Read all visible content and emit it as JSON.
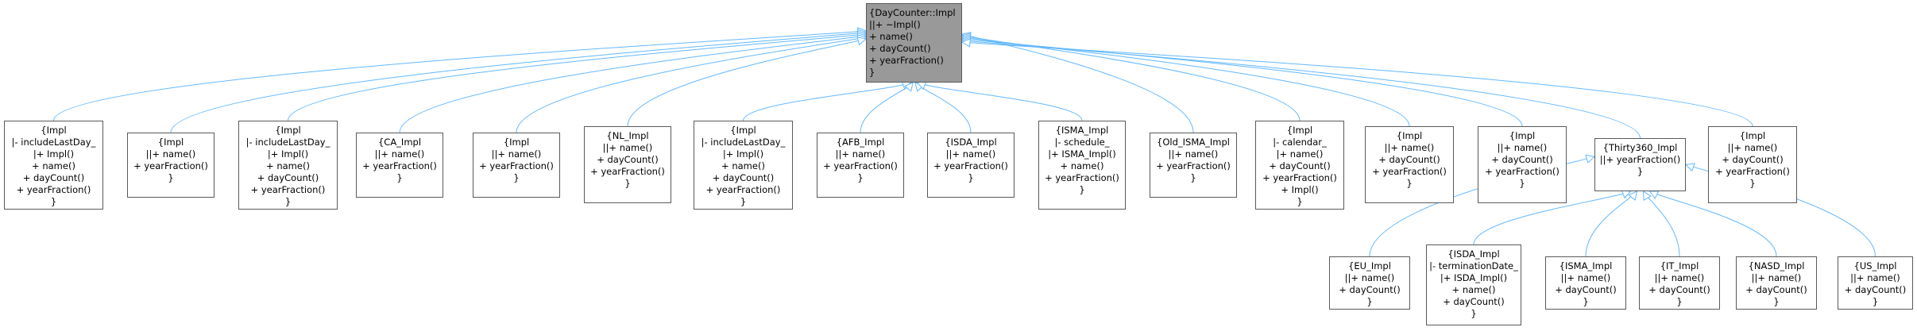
{
  "diagram": {
    "colors": {
      "edge": "#63b8ff",
      "root_fill": "#999999",
      "node_border": "#5a5a5a"
    },
    "root": {
      "id": "root",
      "lines": [
        "{DayCounter::Impl",
        "||+ ~Impl()",
        "+ name()",
        "+ dayCount()",
        "+ yearFraction()",
        "}"
      ]
    },
    "nodes": [
      {
        "id": "n1",
        "lines": [
          "{Impl",
          "|- includeLastDay_",
          "|+ Impl()",
          "+ name()",
          "+ dayCount()",
          "+ yearFraction()",
          "}"
        ]
      },
      {
        "id": "n2",
        "lines": [
          "{Impl",
          "||+ name()",
          "+ yearFraction()",
          "}"
        ]
      },
      {
        "id": "n3",
        "lines": [
          "{Impl",
          "|- includeLastDay_",
          "|+ Impl()",
          "+ name()",
          "+ dayCount()",
          "+ yearFraction()",
          "}"
        ]
      },
      {
        "id": "n4",
        "lines": [
          "{CA_Impl",
          "||+ name()",
          "+ yearFraction()",
          "}"
        ]
      },
      {
        "id": "n5",
        "lines": [
          "{Impl",
          "||+ name()",
          "+ yearFraction()",
          "}"
        ]
      },
      {
        "id": "n6",
        "lines": [
          "{NL_Impl",
          "||+ name()",
          "+ dayCount()",
          "+ yearFraction()",
          "}"
        ]
      },
      {
        "id": "n7",
        "lines": [
          "{Impl",
          "|- includeLastDay_",
          "|+ Impl()",
          "+ name()",
          "+ dayCount()",
          "+ yearFraction()",
          "}"
        ]
      },
      {
        "id": "n8",
        "lines": [
          "{AFB_Impl",
          "||+ name()",
          "+ yearFraction()",
          "}"
        ]
      },
      {
        "id": "n9",
        "lines": [
          "{ISDA_Impl",
          "||+ name()",
          "+ yearFraction()",
          "}"
        ]
      },
      {
        "id": "n10",
        "lines": [
          "{ISMA_Impl",
          "|- schedule_",
          "|+ ISMA_Impl()",
          "+ name()",
          "+ yearFraction()",
          "}"
        ]
      },
      {
        "id": "n11",
        "lines": [
          "{Old_ISMA_Impl",
          "||+ name()",
          "+ yearFraction()",
          "}"
        ]
      },
      {
        "id": "n12",
        "lines": [
          "{Impl",
          "|- calendar_",
          "|+ name()",
          "+ dayCount()",
          "+ yearFraction()",
          "+ Impl()",
          "}"
        ]
      },
      {
        "id": "n13",
        "lines": [
          "{Impl",
          "||+ name()",
          "+ dayCount()",
          "+ yearFraction()",
          "}"
        ]
      },
      {
        "id": "n14",
        "lines": [
          "{Impl",
          "||+ name()",
          "+ dayCount()",
          "+ yearFraction()",
          "}"
        ]
      },
      {
        "id": "n15",
        "lines": [
          "{Thirty360_Impl",
          "||+ yearFraction()",
          "}"
        ]
      },
      {
        "id": "n16",
        "lines": [
          "{Impl",
          "||+ name()",
          "+ dayCount()",
          "+ yearFraction()",
          "}"
        ]
      },
      {
        "id": "c1",
        "lines": [
          "{EU_Impl",
          "||+ name()",
          "+ dayCount()",
          "}"
        ]
      },
      {
        "id": "c2",
        "lines": [
          "{ISDA_Impl",
          "|- terminationDate_",
          "|+ ISDA_Impl()",
          "+ name()",
          "+ dayCount()",
          "}"
        ]
      },
      {
        "id": "c3",
        "lines": [
          "{ISMA_Impl",
          "||+ name()",
          "+ dayCount()",
          "}"
        ]
      },
      {
        "id": "c4",
        "lines": [
          "{IT_Impl",
          "||+ name()",
          "+ dayCount()",
          "}"
        ]
      },
      {
        "id": "c5",
        "lines": [
          "{NASD_Impl",
          "||+ name()",
          "+ dayCount()",
          "}"
        ]
      },
      {
        "id": "c6",
        "lines": [
          "{US_Impl",
          "||+ name()",
          "+ dayCount()",
          "}"
        ]
      }
    ],
    "edges": [
      {
        "from": "n1",
        "to": "root"
      },
      {
        "from": "n2",
        "to": "root"
      },
      {
        "from": "n3",
        "to": "root"
      },
      {
        "from": "n4",
        "to": "root"
      },
      {
        "from": "n5",
        "to": "root"
      },
      {
        "from": "n6",
        "to": "root"
      },
      {
        "from": "n7",
        "to": "root"
      },
      {
        "from": "n8",
        "to": "root"
      },
      {
        "from": "n9",
        "to": "root"
      },
      {
        "from": "n10",
        "to": "root"
      },
      {
        "from": "n11",
        "to": "root"
      },
      {
        "from": "n12",
        "to": "root"
      },
      {
        "from": "n13",
        "to": "root"
      },
      {
        "from": "n14",
        "to": "root"
      },
      {
        "from": "n15",
        "to": "root"
      },
      {
        "from": "n16",
        "to": "root"
      },
      {
        "from": "c1",
        "to": "n15"
      },
      {
        "from": "c2",
        "to": "n15"
      },
      {
        "from": "c3",
        "to": "n15"
      },
      {
        "from": "c4",
        "to": "n15"
      },
      {
        "from": "c5",
        "to": "n15"
      },
      {
        "from": "c6",
        "to": "n15"
      }
    ]
  }
}
